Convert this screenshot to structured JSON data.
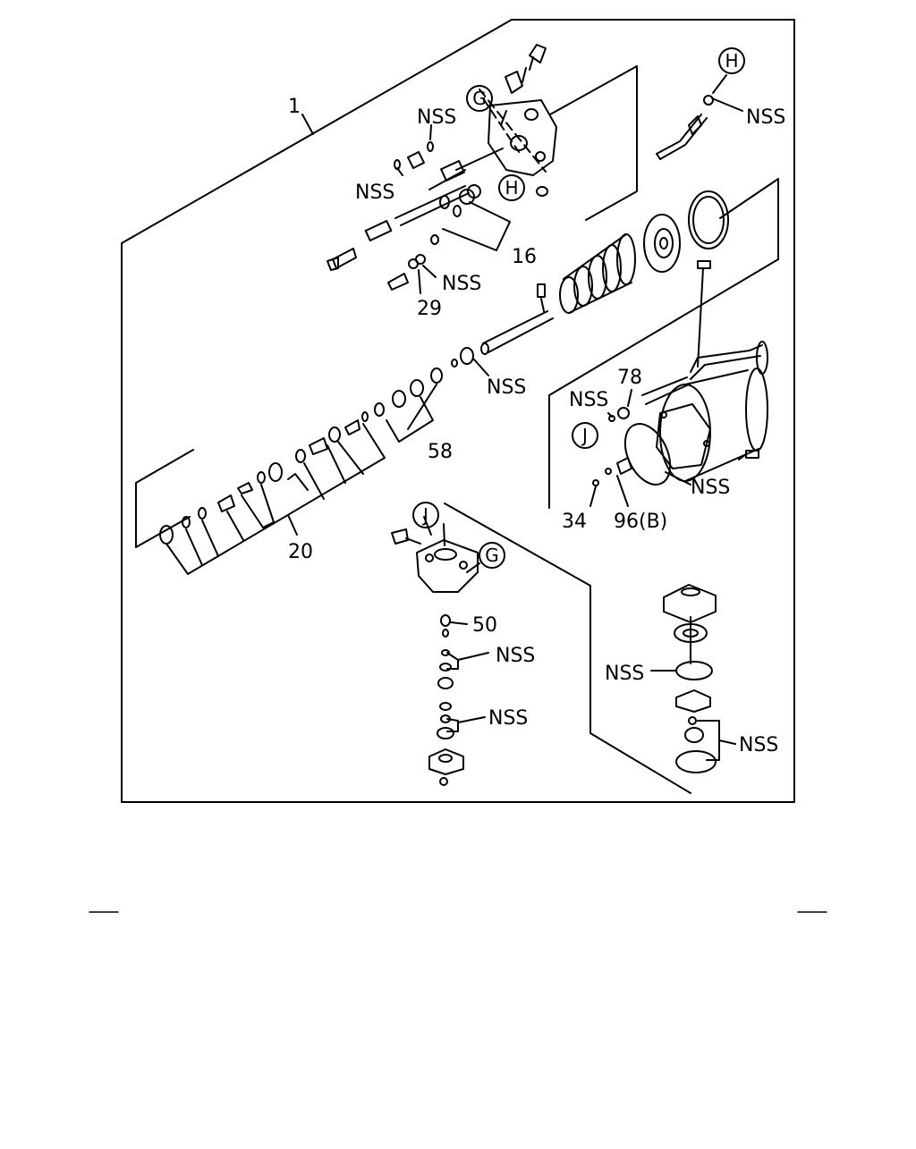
{
  "diagram": {
    "callouts": {
      "c_1": "1",
      "c_16": "16",
      "c_29": "29",
      "c_20": "20",
      "c_58": "58",
      "c_78": "78",
      "c_34": "34",
      "c_96b": "96(B)",
      "c_50": "50"
    },
    "nss_label": "NSS",
    "circled_letters": {
      "g_top": "G",
      "h_top_right": "H",
      "h_housing": "H",
      "j_right": "J",
      "j_lower": "J",
      "g_lower": "G"
    }
  },
  "colors": {
    "ink": "#000000",
    "paper": "#ffffff"
  }
}
